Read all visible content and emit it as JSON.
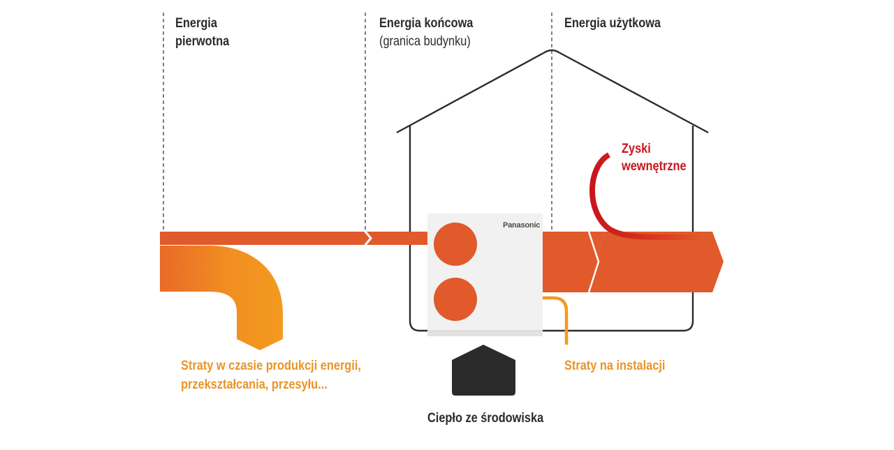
{
  "columns": {
    "primary": {
      "line1": "Energia",
      "line2": "pierwotna"
    },
    "final": {
      "line1": "Energia końcowa",
      "line2": "(granica budynku)"
    },
    "useful": {
      "line1": "Energia użytkowa"
    }
  },
  "labels": {
    "internal_gains": {
      "line1": "Zyski",
      "line2": "wewnętrzne"
    },
    "production_losses": {
      "line1": "Straty w czasie produkcji energii,",
      "line2": "przekształcania, przesyłu..."
    },
    "installation_losses": "Straty na instalacji",
    "ambient_heat": "Ciepło ze środowiska"
  },
  "device": {
    "brand": "Panasonic"
  },
  "colors": {
    "flow_orange": "#e05a2b",
    "loss_orange": "#f39a1f",
    "gain_red": "#c8161d",
    "outline": "#2b2b2b",
    "ambient_block": "#2b2b2b",
    "device_body": "#f1f1f1"
  }
}
